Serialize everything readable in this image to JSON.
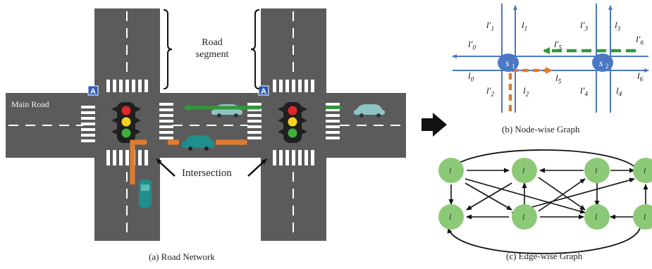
{
  "road_network": {
    "main_road_label": "Main Road",
    "road_segment_label_line1": "Road",
    "road_segment_label_line2": "segment",
    "intersection_label": "Intersection",
    "camera_marker": "A",
    "caption": "(a) Road Network"
  },
  "node_graph": {
    "caption": "(b) Node-wise Graph",
    "nodes": [
      {
        "id": "s1",
        "letter": "s",
        "index": "1"
      },
      {
        "id": "s2",
        "letter": "s",
        "index": "2"
      }
    ],
    "edge_labels": {
      "l1p": {
        "letter": "l",
        "index": "1",
        "primed": true
      },
      "l1": {
        "letter": "l",
        "index": "1",
        "primed": false
      },
      "l3p": {
        "letter": "l",
        "index": "3",
        "primed": true
      },
      "l3": {
        "letter": "l",
        "index": "3",
        "primed": false
      },
      "l0p": {
        "letter": "l",
        "index": "0",
        "primed": true
      },
      "l5p": {
        "letter": "l",
        "index": "5",
        "primed": true
      },
      "l6p": {
        "letter": "l",
        "index": "6",
        "primed": true
      },
      "l0": {
        "letter": "l",
        "index": "0",
        "primed": false
      },
      "l5": {
        "letter": "l",
        "index": "5",
        "primed": false
      },
      "l6": {
        "letter": "l",
        "index": "6",
        "primed": false
      },
      "l2p": {
        "letter": "l",
        "index": "2",
        "primed": true
      },
      "l2": {
        "letter": "l",
        "index": "2",
        "primed": false
      },
      "l4p": {
        "letter": "l",
        "index": "4",
        "primed": true
      },
      "l4": {
        "letter": "l",
        "index": "4",
        "primed": false
      }
    }
  },
  "edge_graph": {
    "caption": "(c) Edge-wise Graph",
    "node_letter": "l"
  },
  "colors": {
    "road": "#5b5b5b",
    "graph_blue": "#4a78c4",
    "node_green": "#8cc976",
    "orange": "#e07b2e",
    "green_arrow": "#2f9a3a"
  }
}
